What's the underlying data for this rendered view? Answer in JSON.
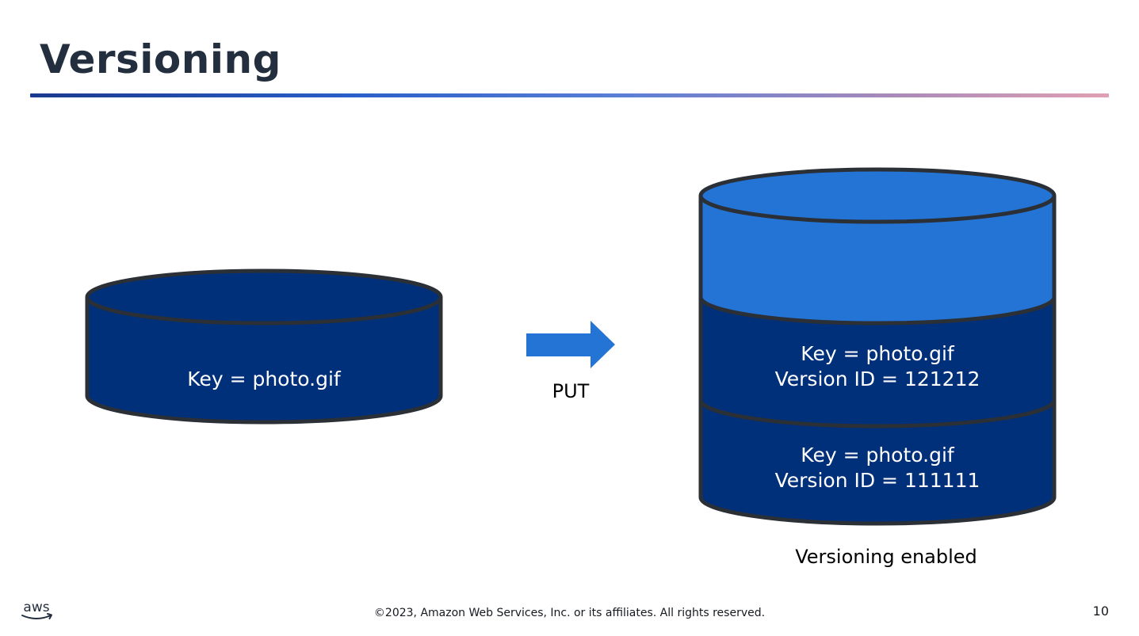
{
  "slide": {
    "title": "Versioning",
    "page_number": "10",
    "copyright": "©2023, Amazon Web Services, Inc. or its affiliates. All rights reserved.",
    "logo": "aws"
  },
  "diagram": {
    "source_bucket": {
      "label": "Key = photo.gif"
    },
    "arrow": {
      "label": "PUT"
    },
    "versioned_bucket": {
      "empty_slot": "",
      "versions": [
        {
          "key": "Key = photo.gif",
          "version": "Version ID = 121212"
        },
        {
          "key": "Key = photo.gif",
          "version": "Version ID = 111111"
        }
      ],
      "caption": "Versioning enabled"
    }
  },
  "colors": {
    "dark_blue": "#01307a",
    "light_blue": "#2474d6",
    "outline": "#2b2f36",
    "arrow": "#2474d6",
    "title": "#232f3e"
  }
}
